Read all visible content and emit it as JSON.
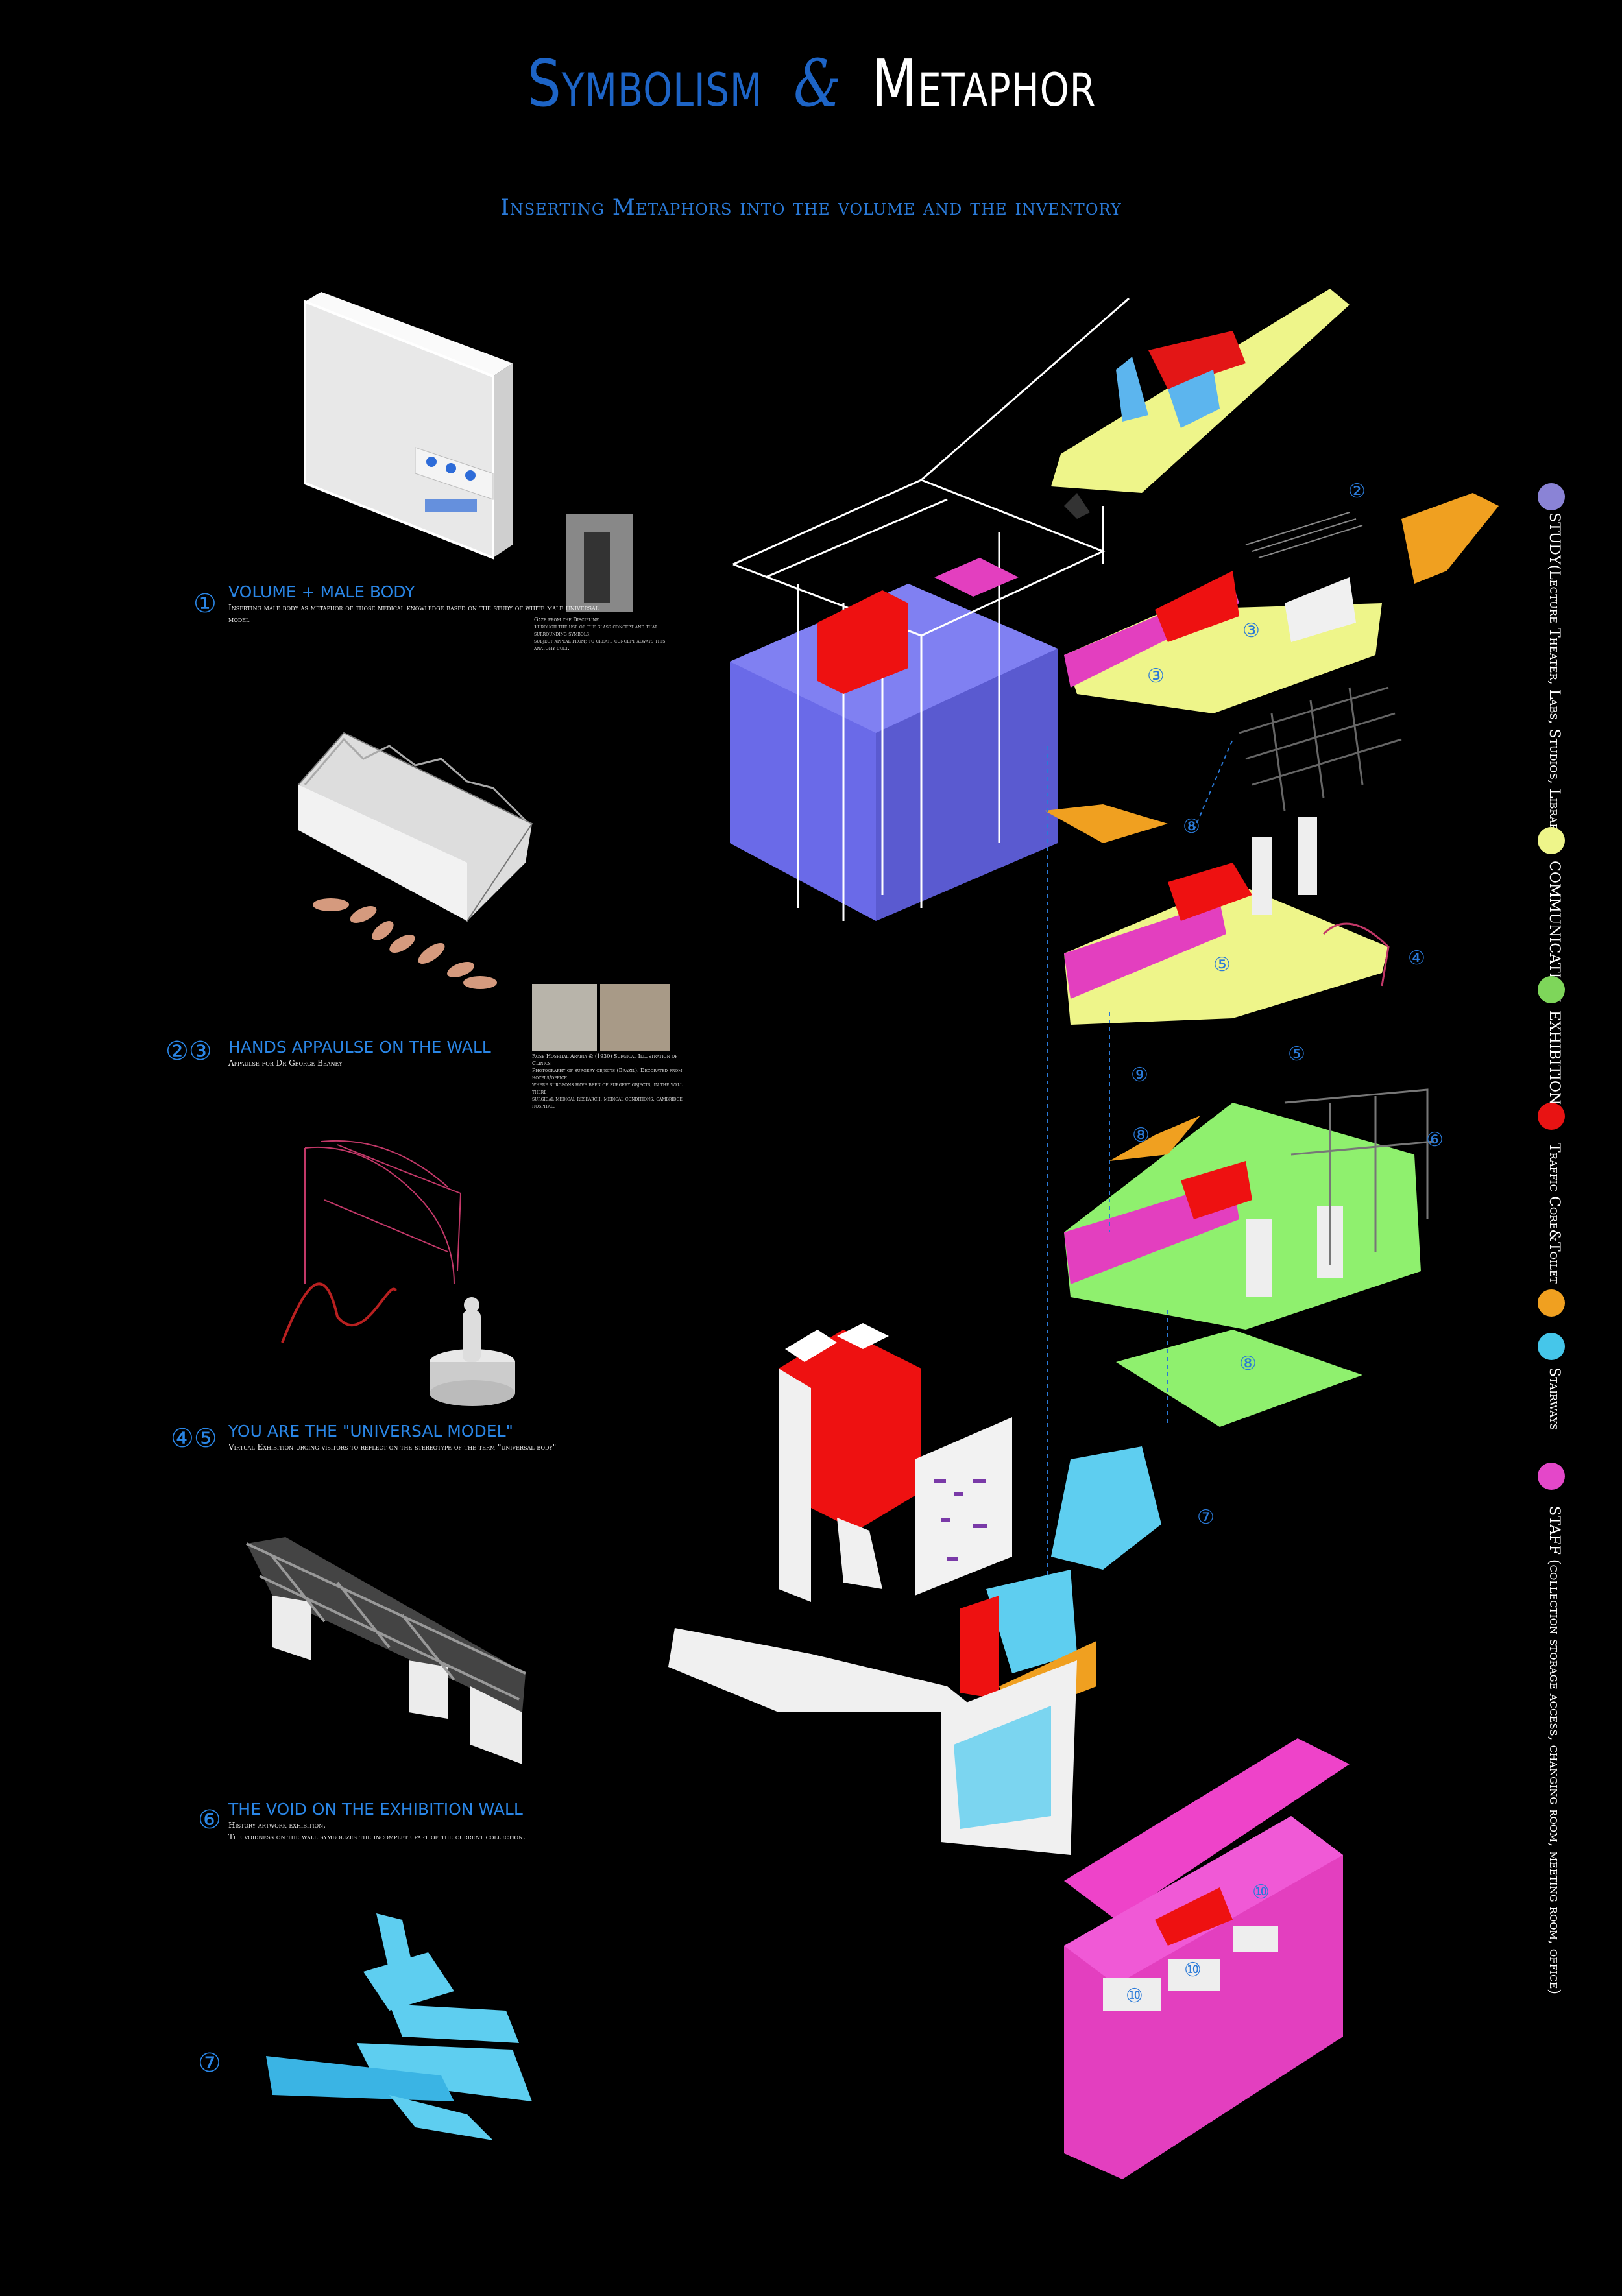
{
  "title": {
    "part1": "Symbolism",
    "amp": "&",
    "part2": "Metaphor"
  },
  "subtitle": "Inserting Metaphors into the volume and the inventory",
  "captions": [
    {
      "num": "①",
      "title": "VOLUME + MALE BODY",
      "desc": "Inserting male body as metaphor of those medical knowledge based on the study of white male universal model",
      "small": "Gaze from the Discipline\nThrough the use of the glass concept and that surrounding symbols,\nsubject appeal from; to create concept always this anatomy cult."
    },
    {
      "num": "②③",
      "title": "HANDS APPAULSE ON THE WALL",
      "desc": "Appaulse for Dr George Beaney",
      "small": "Rose Hospital Arabia & (1930) Surgical Illustration of Clinics\nPhotography of surgery objects (Brazil). Decorated from hotels/office\nwhere surgeons have been of surgery objects, in the wall there\nsurgical medical research, medical conditions, cambridge hospital."
    },
    {
      "num": "④⑤",
      "title": "You are the \"Universal Model\"",
      "desc": "Virtual Exhibition urging visitors to reflect on the stereotype of the term \"universal body\""
    },
    {
      "num": "⑥",
      "title": "THE VOID ON THE EXHIBITION WALL",
      "desc": "History artwork exhibition,\nThe voidness on the wall symbolizes the incomplete part of the current collection."
    },
    {
      "num": "⑦",
      "title": "",
      "desc": ""
    }
  ],
  "legend": [
    {
      "label": "STUDY(Lecture Theater, Labs, Studios, Library)",
      "color": "#8a83d6"
    },
    {
      "label": "COMMUNICATION",
      "color": "#eef58a"
    },
    {
      "label": "EXHIBITION",
      "color": "#7ed65a"
    },
    {
      "label": "Traffic Core&Toilet",
      "color": "#e81313"
    },
    {
      "label": "Stairways",
      "color": "#f0a020"
    },
    {
      "label": "",
      "color": "#45c6ea"
    },
    {
      "label": "STAFF (collection storage access, changing room, meeting room, office)",
      "color": "#e447c9"
    }
  ],
  "markers": [
    "②",
    "③",
    "③",
    "⑧",
    "④",
    "⑤",
    "⑤",
    "⑨",
    "⑧",
    "⑥",
    "⑧",
    "⑦",
    "⑩",
    "⑩",
    "⑩"
  ]
}
